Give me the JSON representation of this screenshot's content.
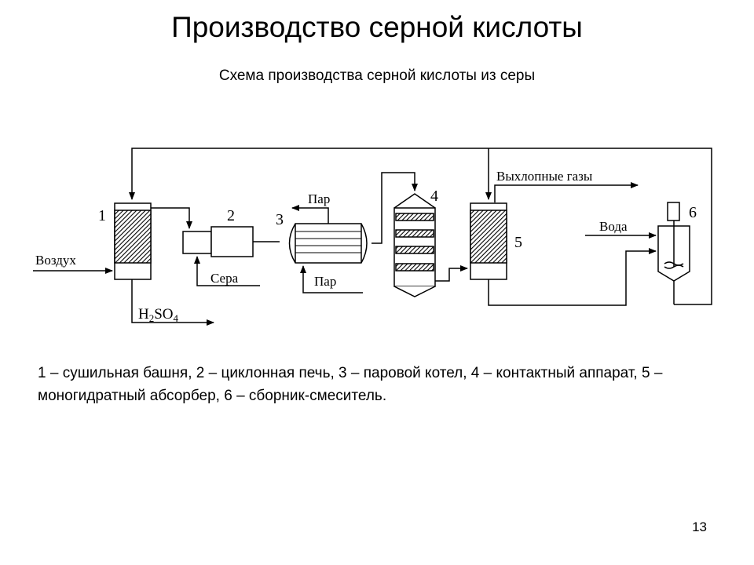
{
  "title": "Производство серной кислоты",
  "subtitle": "Схема производства серной кислоты из серы",
  "diagram": {
    "labels": {
      "n1": "1",
      "n2": "2",
      "n3": "3",
      "n4": "4",
      "n5": "5",
      "n6": "6",
      "air": "Воздух",
      "sulfur": "Сера",
      "steam_out": "Пар",
      "steam_in": "Пар",
      "exhaust": "Выхлопные газы",
      "water": "Вода",
      "acid_main": "H",
      "acid_sub1": "2",
      "acid_mid": "SO",
      "acid_sub2": "4"
    }
  },
  "legend": "1 – сушильная башня, 2 – циклонная печь, 3 – паровой котел, 4 – контактный аппарат, 5 – моногидратный абсорбер, 6 – сборник-смеситель.",
  "page_number": "13"
}
